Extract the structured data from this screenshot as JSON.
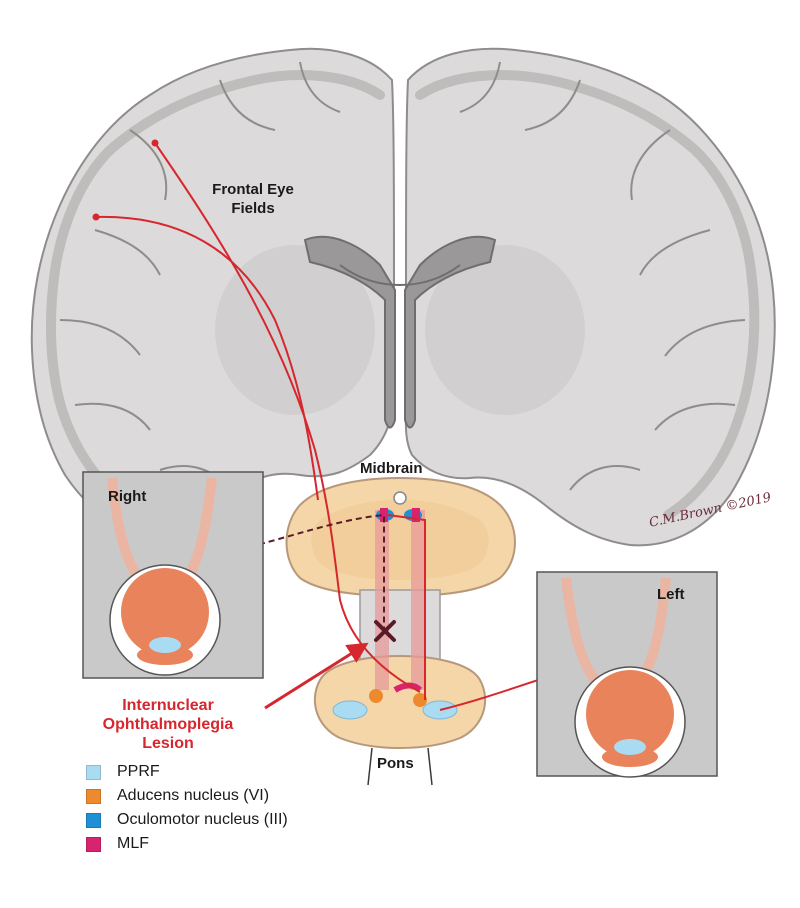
{
  "labels": {
    "frontal_eye_fields_line1": "Frontal Eye",
    "frontal_eye_fields_line2": "Fields",
    "midbrain": "Midbrain",
    "pons": "Pons",
    "right": "Right",
    "left": "Left",
    "lesion_line1": "Internuclear",
    "lesion_line2": "Ophthalmoplegia",
    "lesion_line3": "Lesion",
    "signature": "C.M.Brown ©2019"
  },
  "legend": [
    {
      "label": "PPRF",
      "color": "#a9dcf3"
    },
    {
      "label": "Aducens nucleus (VI)",
      "color": "#ee8a2e"
    },
    {
      "label": "Oculomotor nucleus (III)",
      "color": "#1f8fd6"
    },
    {
      "label": "MLF",
      "color": "#d8246e"
    }
  ],
  "colors": {
    "brain": "#d9d7d7",
    "brain_outline": "#8f8c8c",
    "pathway": "#d6262e",
    "panel": "#c9c9c9",
    "eye_orange": "#e9835b",
    "midbrain": "#f4d6a8"
  }
}
